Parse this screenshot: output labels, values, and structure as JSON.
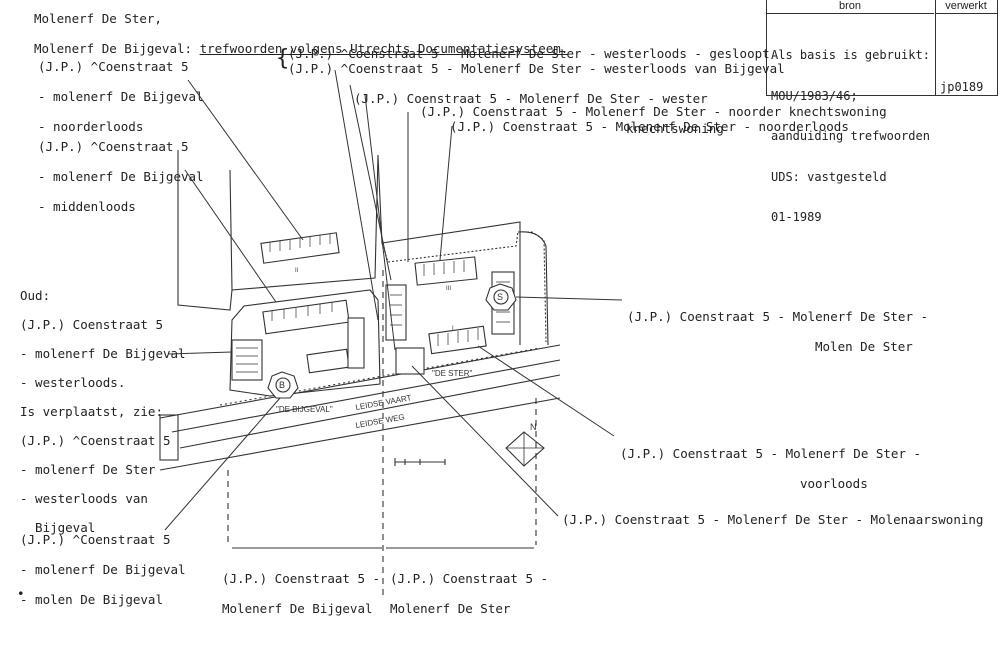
{
  "header": {
    "line1": "Molenerf De Ster,",
    "line2_prefix": "Molenerf De Bijgeval: ",
    "line2_link": "trefwoorden volgens Utrechts Documentatiesysteem."
  },
  "source_box": {
    "col1_header": "bron",
    "col2_header": "verwerkt",
    "lines": [
      "Als basis is gebruikt:",
      "MOU/1983/46;",
      "aanduiding trefwoorden",
      "UDS: vastgesteld",
      "01-1989"
    ],
    "code": "jp0189"
  },
  "labels": {
    "noorderloods_bijgeval": [
      "(J.P.) ^Coenstraat 5",
      "- molenerf De Bijgeval",
      "- noorderloods"
    ],
    "middenloods": [
      "(J.P.) ^Coenstraat 5",
      "- molenerf De Bijgeval",
      "- middenloods"
    ],
    "westerloods_gesloopt": "(J.P.) ^Coenstraat 5 - Molenerf De Ster - westerloods - gesloopt",
    "westerloods_bijgeval": "(J.P.) ^Coenstraat 5 - Molenerf De Ster - westerloods van Bijgeval",
    "wester_knechtswoning": [
      "(J.P.) Coenstraat 5 - Molenerf De Ster - wester",
      "knechtswoning"
    ],
    "noorder_knechtswoning": "(J.P.) Coenstraat 5 - Molenerf De Ster - noorder knechtswoning",
    "noorderloods_ster": "(J.P.) Coenstraat 5 - Molenerf De Ster - noorderloods",
    "oud": [
      "Oud:",
      "(J.P.) Coenstraat 5",
      "- molenerf De Bijgeval",
      "- westerloods.",
      "Is verplaatst, zie:",
      "(J.P.) ^Coenstraat 5",
      "- molenerf De Ster",
      "- westerloods van",
      "  Bijgeval"
    ],
    "molen_ster": [
      "(J.P.) Coenstraat 5 - Molenerf De Ster -",
      "Molen De Ster"
    ],
    "voorloods": [
      "(J.P.) Coenstraat 5 - Molenerf De Ster -",
      "voorloods"
    ],
    "molenaarswoning": "(J.P.) Coenstraat 5 - Molenerf De Ster - Molenaarswoning",
    "molen_bijgeval": [
      "(J.P.) ^Coenstraat 5",
      "- molenerf De Bijgeval",
      "- molen De Bijgeval"
    ],
    "erf_bijgeval": [
      "(J.P.) Coenstraat 5 -",
      "Molenerf De Bijgeval"
    ],
    "erf_ster": [
      "(J.P.) Coenstraat 5 -",
      "Molenerf De Ster"
    ]
  },
  "map": {
    "de_bijgeval": "\"DE BIJGEVAL\"",
    "de_ster": "\"DE STER\"",
    "leidse_vaart": "LEIDSE VAART",
    "leidse_weg": "LEIDSE WEG",
    "mill_b": "B",
    "mill_s": "S",
    "roman_ii": "II",
    "roman_iii": "III",
    "roman_i": "I",
    "north": "N"
  }
}
